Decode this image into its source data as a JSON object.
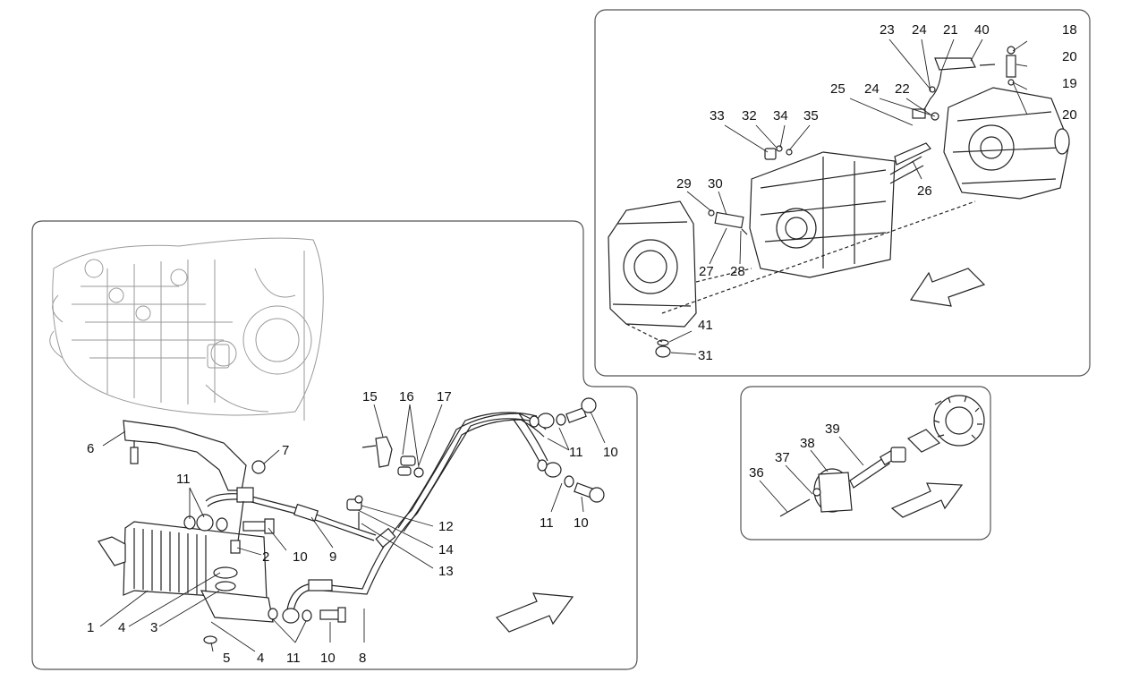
{
  "diagram": {
    "labels": [
      "1",
      "2",
      "3",
      "4",
      "4",
      "5",
      "6",
      "7",
      "8",
      "9",
      "10",
      "10",
      "10",
      "10",
      "11",
      "11",
      "11",
      "11",
      "12",
      "13",
      "14",
      "15",
      "16",
      "17",
      "18",
      "19",
      "20",
      "20",
      "21",
      "22",
      "23",
      "24",
      "24",
      "25",
      "26",
      "27",
      "28",
      "29",
      "30",
      "31",
      "32",
      "33",
      "34",
      "35",
      "36",
      "37",
      "38",
      "39",
      "40",
      "41"
    ]
  }
}
